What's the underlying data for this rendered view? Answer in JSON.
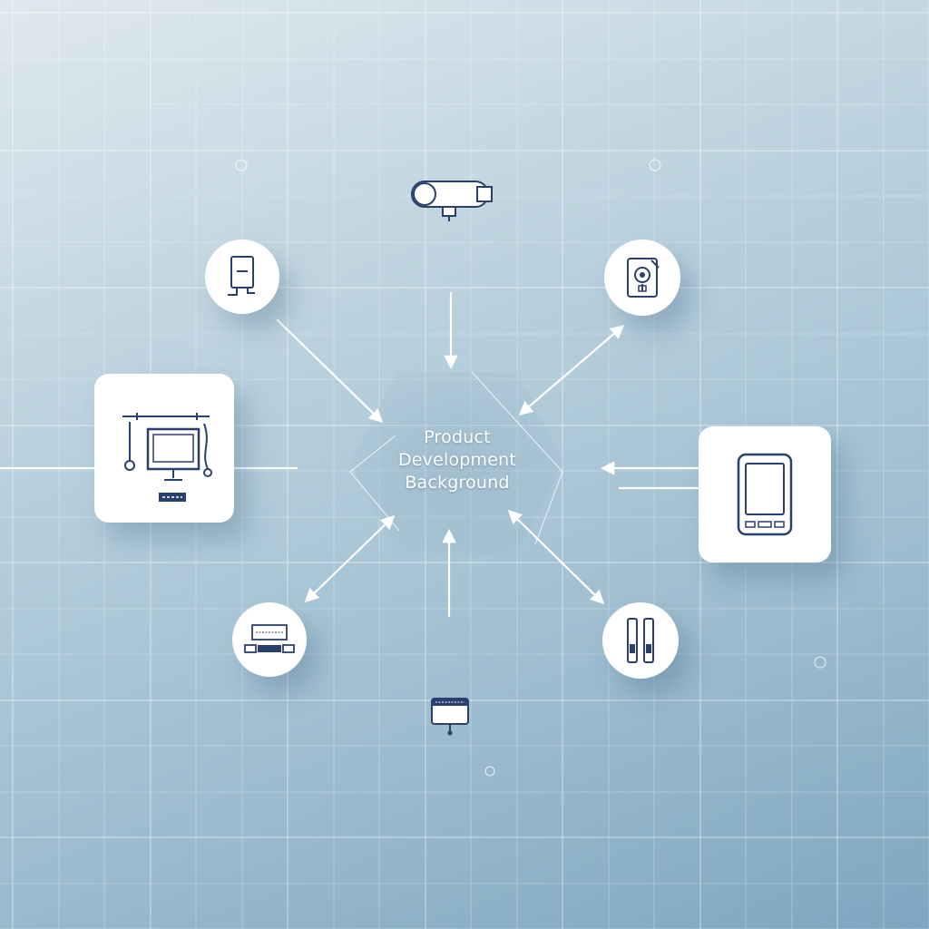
{
  "diagram": {
    "hub": {
      "label_lines": [
        "Product",
        "Development",
        "Background"
      ]
    },
    "nodes": [
      {
        "id": "cylinder-device",
        "icon": "cylinder-device-icon"
      },
      {
        "id": "tablet-device",
        "icon": "tablet-stand-icon"
      },
      {
        "id": "camera-device",
        "icon": "camera-icon"
      },
      {
        "id": "workstation",
        "icon": "computer-monitor-icon"
      },
      {
        "id": "mobile-phone",
        "icon": "smartphone-icon"
      },
      {
        "id": "hardware-module",
        "icon": "hardware-module-icon"
      },
      {
        "id": "battery-pair",
        "icon": "battery-pair-icon"
      },
      {
        "id": "usb-device",
        "icon": "usb-drive-icon"
      }
    ]
  },
  "colors": {
    "icon_stroke": "#2a3f6b",
    "connector": "#ffffff",
    "grid_line": "#ffffff",
    "background_light": "#dfe9ee",
    "background_dark": "#7ea6c1"
  }
}
